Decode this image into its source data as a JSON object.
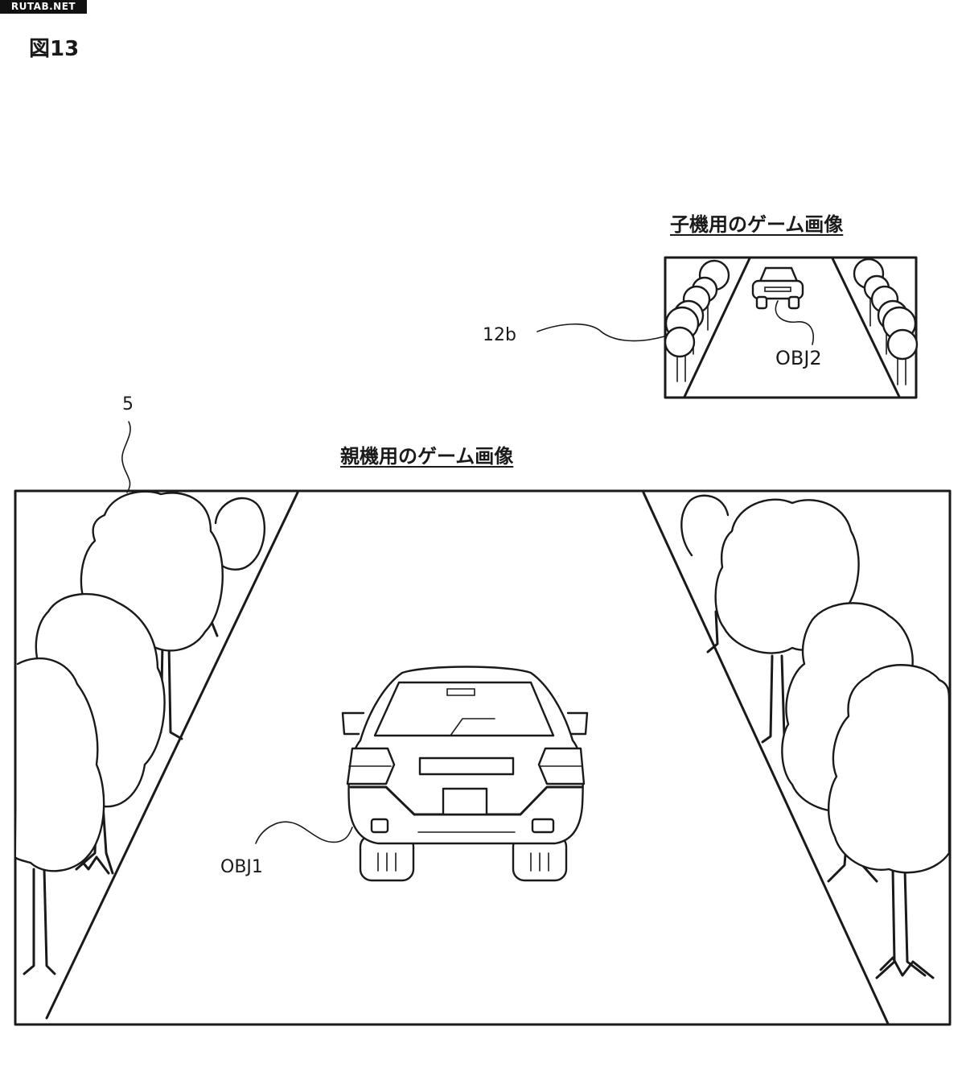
{
  "watermark": "RUTAB.NET",
  "figure_label": "図13",
  "child_caption": "子機用のゲーム画像",
  "parent_caption": "親機用のゲーム画像",
  "labels": {
    "screen_small": "12b",
    "obj2": "OBJ2",
    "display_main": "5",
    "obj1": "OBJ1"
  }
}
